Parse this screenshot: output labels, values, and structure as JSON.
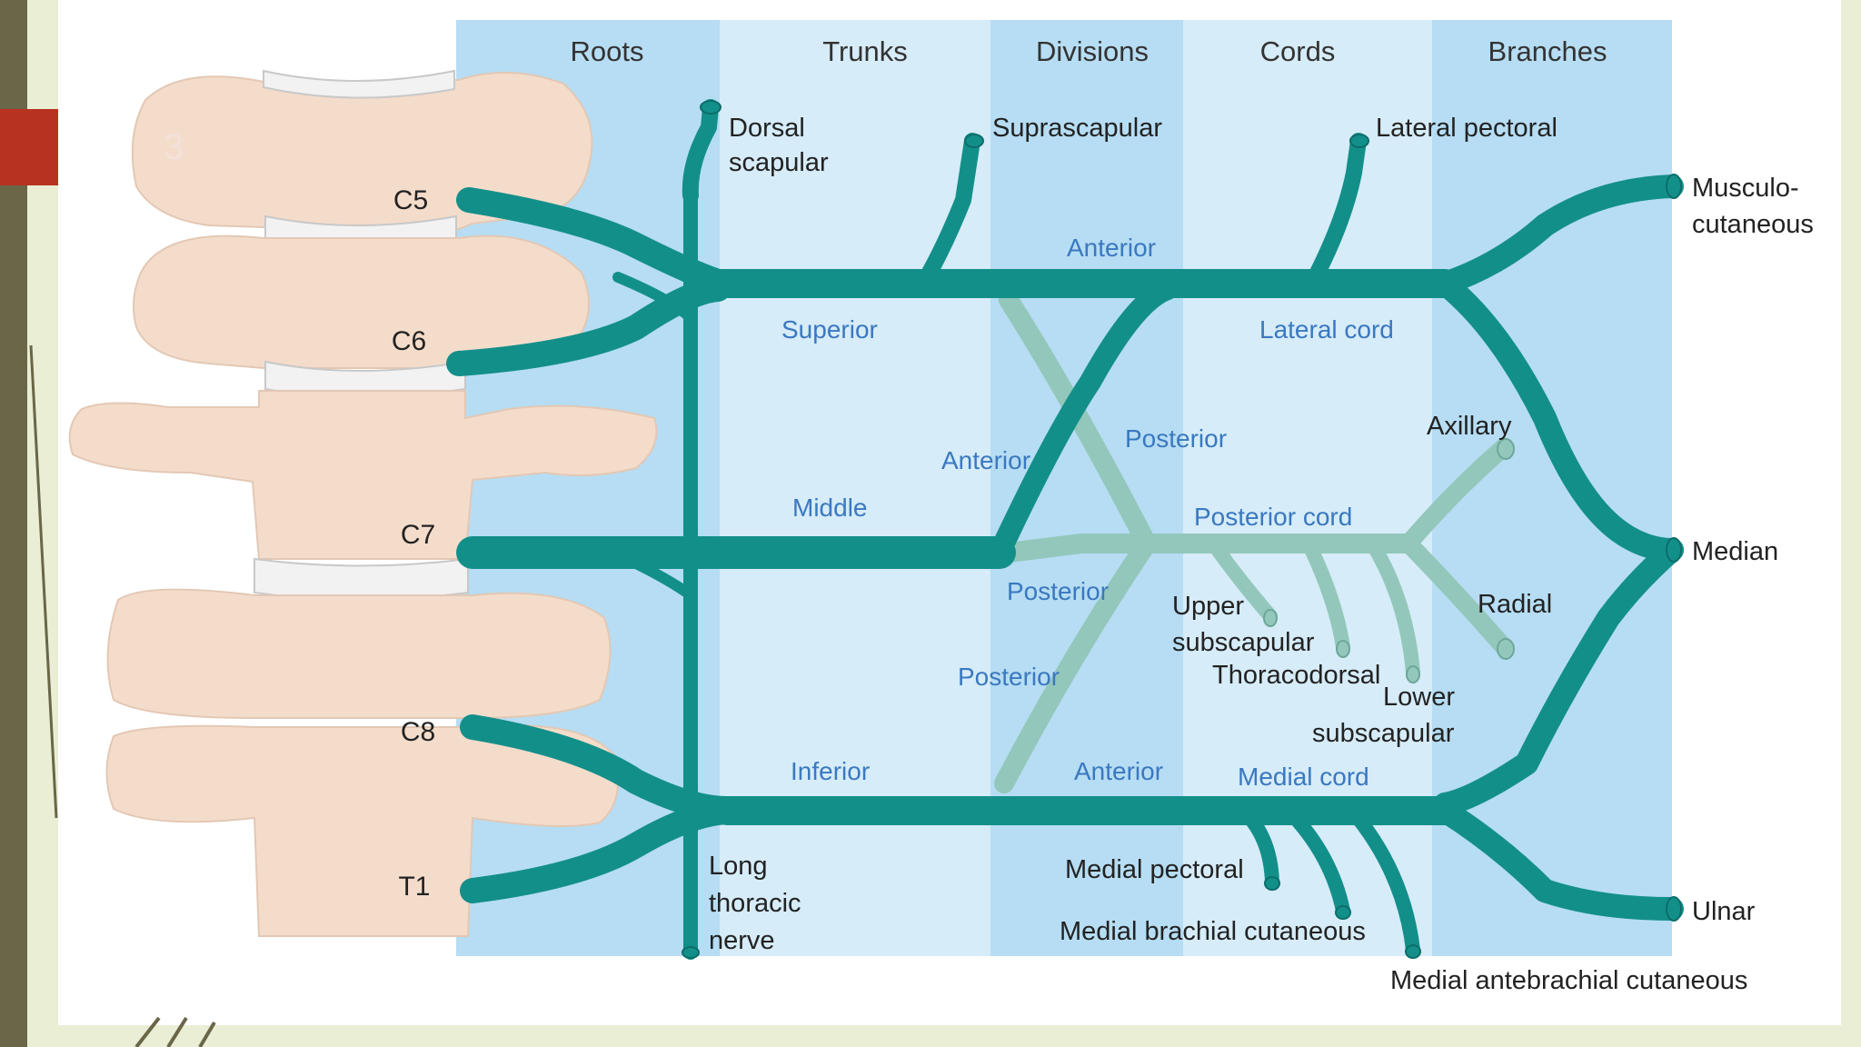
{
  "slide_number": "3",
  "columns": [
    "Roots",
    "Trunks",
    "Divisions",
    "Cords",
    "Branches"
  ],
  "vertebrae": [
    "C5",
    "C6",
    "C7",
    "C8",
    "T1"
  ],
  "branch_labels": {
    "dorsal_scapular": [
      "Dorsal",
      "scapular"
    ],
    "suprascapular": "Suprascapular",
    "lateral_pectoral": "Lateral pectoral",
    "musculocutaneous": [
      "Musculo-",
      "cutaneous"
    ],
    "median": "Median",
    "ulnar": "Ulnar",
    "axillary": "Axillary",
    "radial": "Radial",
    "upper_subscapular": [
      "Upper",
      "subscapular"
    ],
    "thoracodorsal": "Thoracodorsal",
    "lower_subscapular": [
      "Lower",
      "subscapular"
    ],
    "long_thoracic": [
      "Long",
      "thoracic",
      "nerve"
    ],
    "medial_pectoral": "Medial pectoral",
    "medial_brachial_cutaneous": "Medial brachial cutaneous",
    "medial_antebrachial_cutaneous": "Medial antebrachial cutaneous"
  },
  "segment_labels": {
    "superior": "Superior",
    "middle": "Middle",
    "inferior": "Inferior",
    "anterior_top": "Anterior",
    "anterior_mid": "Anterior",
    "anterior_bottom": "Anterior",
    "posterior_top": "Posterior",
    "posterior_mid": "Posterior",
    "posterior_low": "Posterior",
    "lateral_cord": "Lateral cord",
    "posterior_cord": "Posterior cord",
    "medial_cord": "Medial cord"
  },
  "colors": {
    "nerve": "#138f8a",
    "posterior_nerve": "#93c7bb",
    "bone": "#f4dccb",
    "zone_light": "#cde8f6",
    "zone_dark": "#b4ddf4",
    "segment_text": "#3a78c0",
    "slide_accent": "#b83220"
  }
}
